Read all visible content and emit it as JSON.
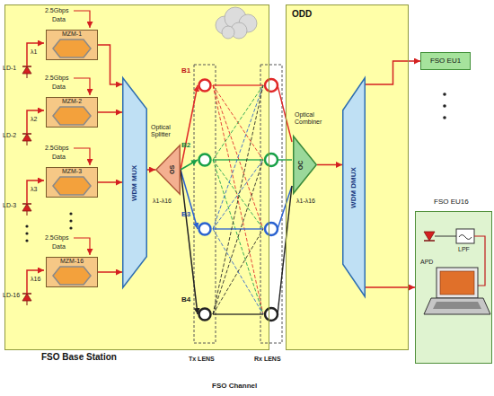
{
  "diagram": {
    "nodes": [
      {
        "text": [
          "FSO Base Station"
        ]
      },
      {
        "text": [
          "MZM-1"
        ],
        "in": 0
      },
      {
        "text": [
          "MZM-2"
        ],
        "in": 0
      },
      {
        "text": [
          "MZM-3"
        ],
        "in": 0
      },
      {
        "text": [
          "MZM-16"
        ],
        "in": 0
      },
      {
        "text": [
          "WDM MUX"
        ],
        "in": 0
      },
      {
        "text": [
          "OS"
        ],
        "in": 0
      },
      {
        "text": [
          "B1"
        ]
      },
      {
        "text": [
          "B2"
        ]
      },
      {
        "text": [
          "B3"
        ]
      },
      {
        "text": [
          "B4"
        ]
      },
      {
        "text": [
          "ODD"
        ]
      },
      {
        "text": [
          "OC"
        ],
        "in": 11
      },
      {
        "text": [
          "WDM DMUX"
        ],
        "in": 11
      },
      {
        "text": [
          "FSO EU1"
        ]
      },
      {
        "text": [
          "FSO EU16"
        ]
      }
    ],
    "edges": [
      {
        "from": 1,
        "to": 5,
        "arrow": "to"
      },
      {
        "from": 2,
        "to": 5,
        "arrow": "to"
      },
      {
        "from": 3,
        "to": 5,
        "arrow": "to"
      },
      {
        "from": 4,
        "to": 5,
        "arrow": "to"
      },
      {
        "from": 5,
        "to": 6,
        "arrow": "to"
      },
      {
        "from": 6,
        "to": 7,
        "arrow": "to"
      },
      {
        "from": 6,
        "to": 8,
        "arrow": "to"
      },
      {
        "from": 6,
        "to": 9,
        "arrow": "to"
      },
      {
        "from": 6,
        "to": 10,
        "arrow": "to"
      },
      {
        "from": 12,
        "to": 13,
        "arrow": "to"
      },
      {
        "from": 13,
        "to": 14,
        "arrow": "to"
      },
      {
        "from": 13,
        "to": 15,
        "arrow": "to"
      }
    ],
    "labels": [
      "2.5Gbps",
      "Data",
      "2.5Gbps",
      "Data",
      "2.5Gbps",
      "Data",
      "2.5Gbps",
      "Data",
      "λ1",
      "LD-1",
      "λ2",
      "LD-2",
      "λ3",
      "LD-3",
      "λ16",
      "LD-16",
      "Optical Splitter",
      "λ1-λ16",
      "Optical Combiner",
      "λ1-λ16",
      "Tx LENS",
      "Rx LENS",
      "FSO Channel",
      "APD",
      "LPF"
    ]
  }
}
